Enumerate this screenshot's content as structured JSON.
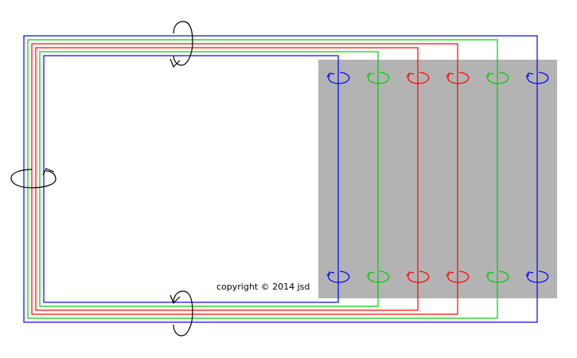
{
  "copyright": "copyright © 2014 jsd",
  "colors": {
    "background": "#ffffff",
    "shaded_region": "#b3b3b3",
    "blue": "#0000ff",
    "green": "#00cc00",
    "red": "#ff0000",
    "black": "#000000"
  },
  "loops": [
    {
      "color": "blue"
    },
    {
      "color": "green"
    },
    {
      "color": "red"
    },
    {
      "color": "red"
    },
    {
      "color": "green"
    },
    {
      "color": "blue"
    }
  ],
  "large_circulation_arrows": [
    {
      "position": "top",
      "direction": "clockwise"
    },
    {
      "position": "left",
      "direction": "clockwise"
    },
    {
      "position": "bottom",
      "direction": "clockwise"
    }
  ],
  "small_circulation_arrows": {
    "rows": [
      "top",
      "bottom"
    ],
    "colors": [
      "blue",
      "green",
      "red",
      "red",
      "green",
      "blue"
    ]
  }
}
